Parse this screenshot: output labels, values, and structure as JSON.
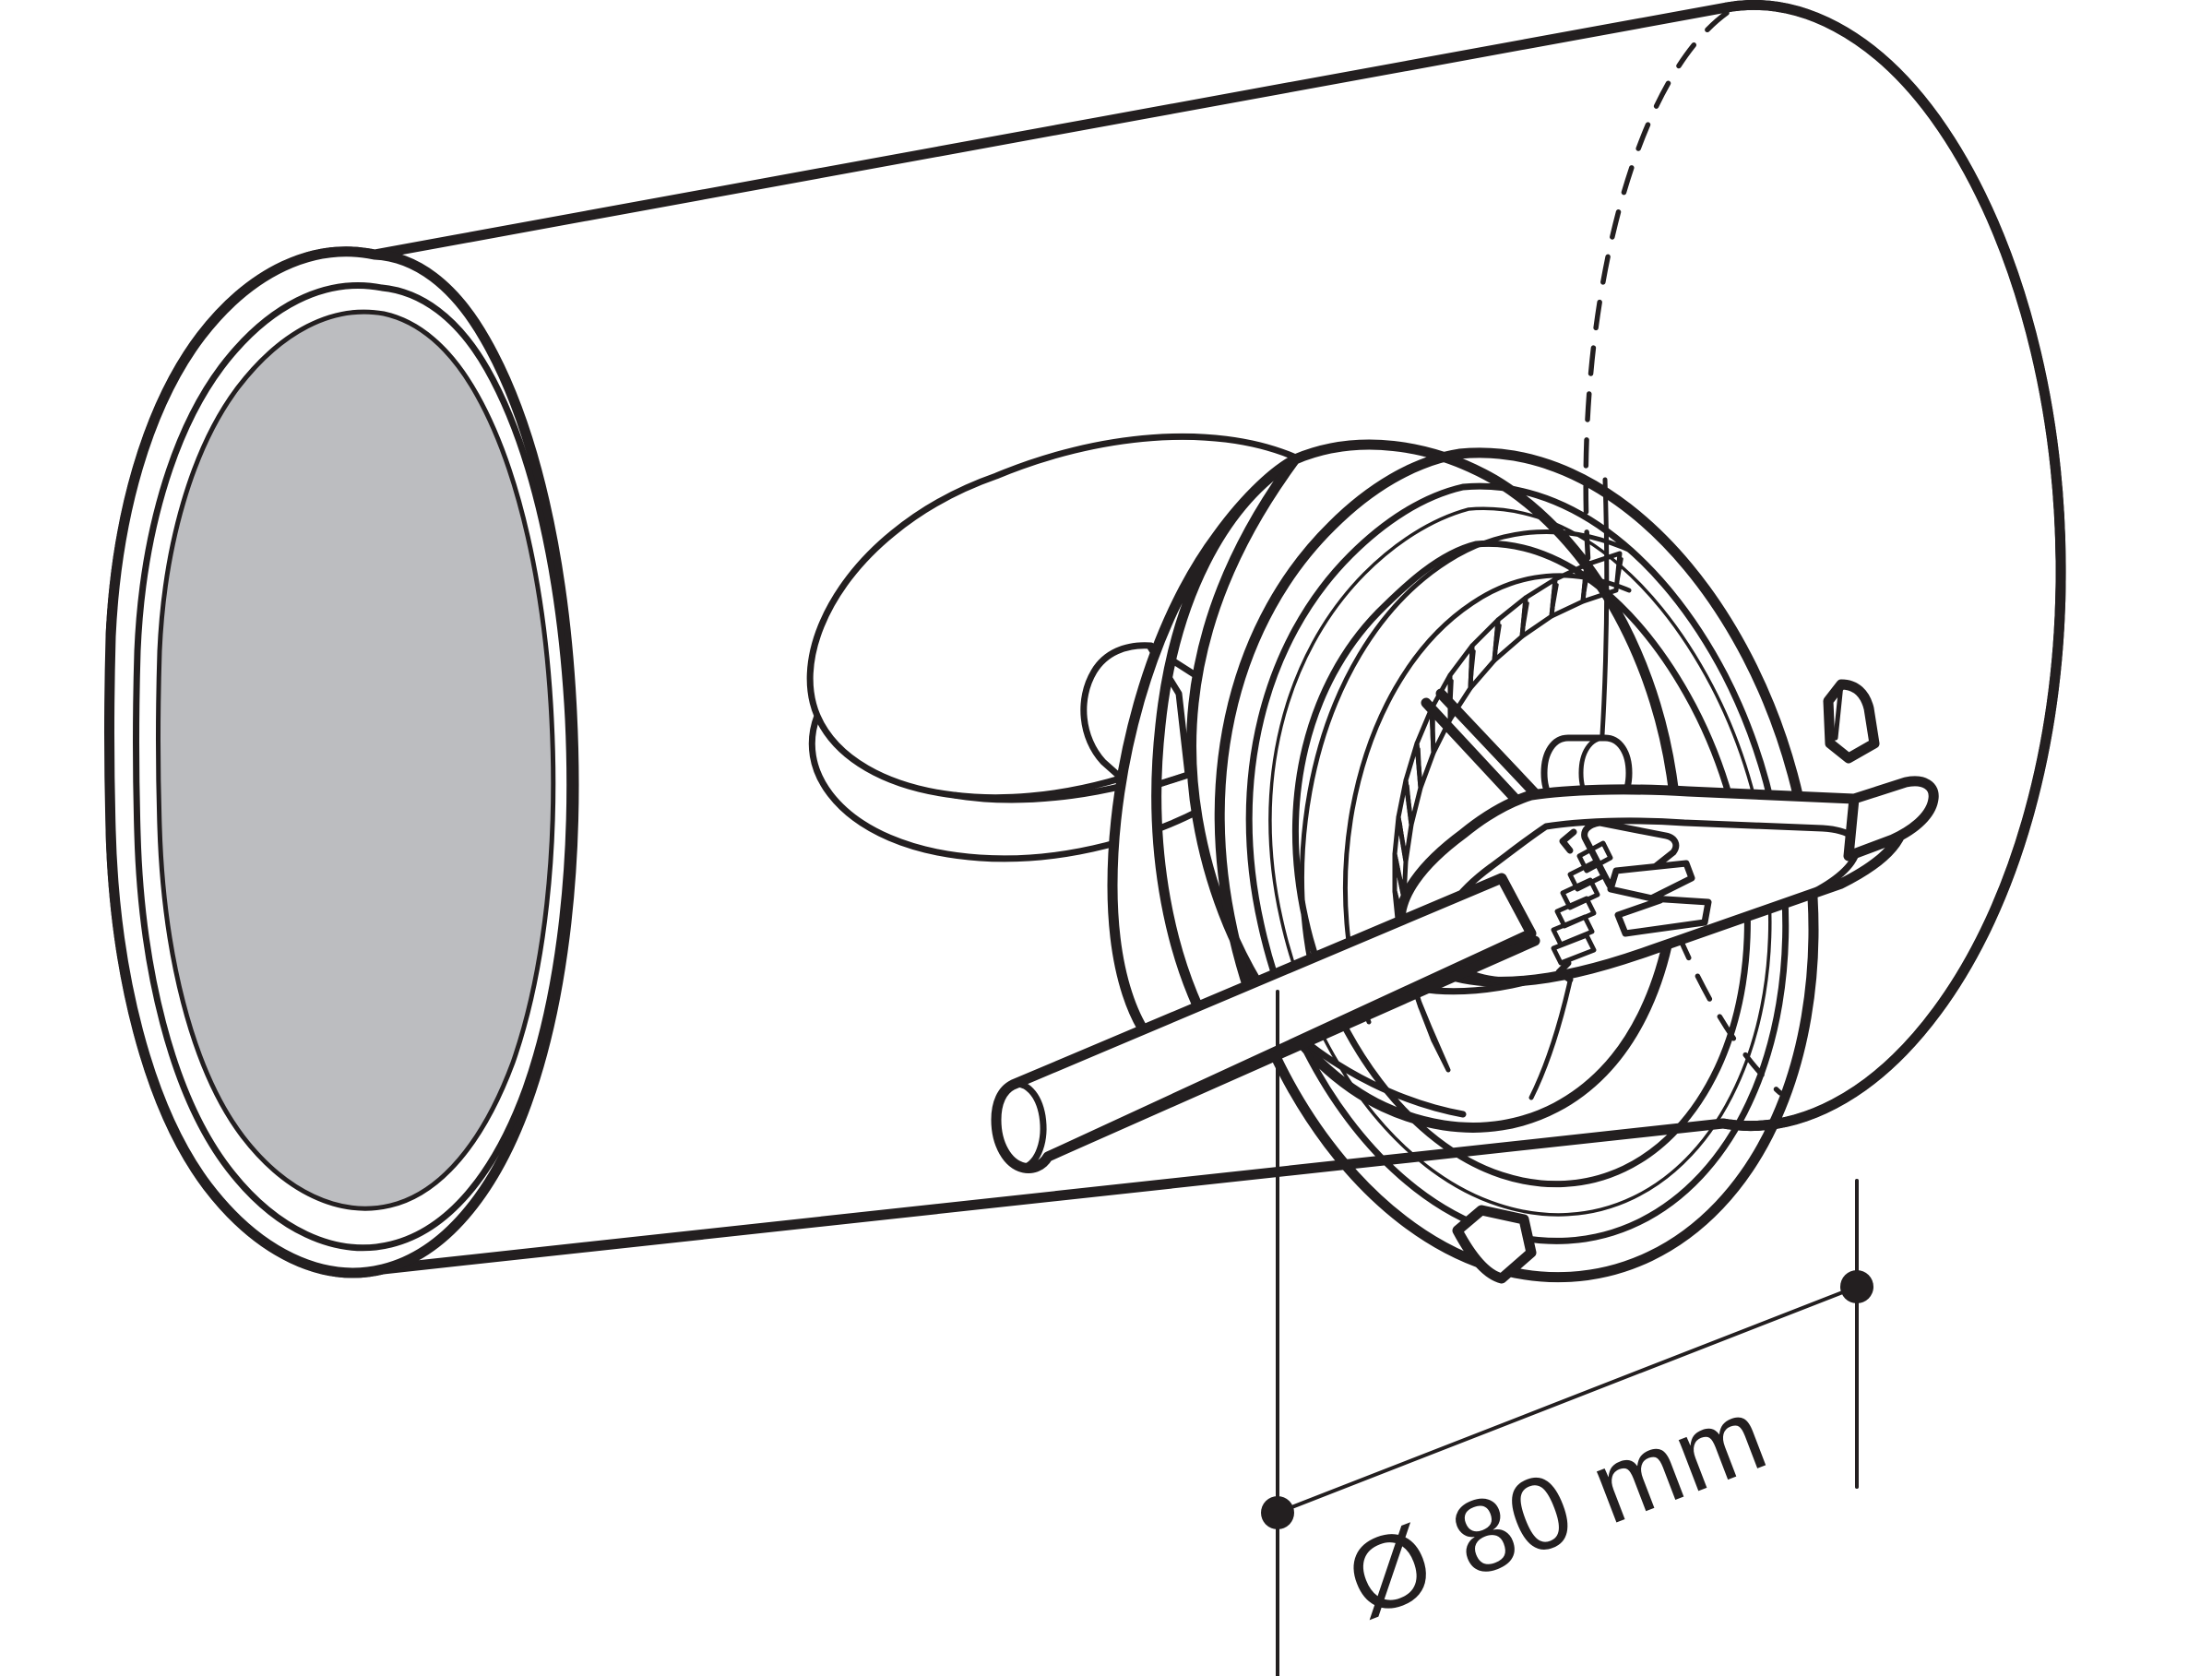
{
  "document": {
    "kind": "technical-line-drawing",
    "subject": "Round ventilation duct with insert backdraught damper / shut-off valve",
    "background_color": "#ffffff",
    "line_color": "#231f20",
    "fill_gray": "#bcbdc0"
  },
  "annotations": {
    "dimension": {
      "label": "Ø 80 mm",
      "diameter_symbol": "Ø",
      "value": "80",
      "unit": "mm",
      "rotation_deg": -21
    }
  },
  "parts": {
    "duct": "duct-body",
    "duct_near_end": "duct-open-end",
    "duct_far_end": "duct-far-end",
    "duct_hidden_edge": "hidden-edge-dashed",
    "saddle": "oval-saddle-cutout",
    "saddle_tab": "hex-tab",
    "damper": "insert-damper-ring",
    "damper_teeth": "serrated-tooth-ring",
    "damper_blade": "damper-blade-plate",
    "damper_pinion": "pinion-rack-detail",
    "damper_pivot": "pivot-boss",
    "handle": "adjustment-rod",
    "handle_cap": "rod-end-cap"
  }
}
